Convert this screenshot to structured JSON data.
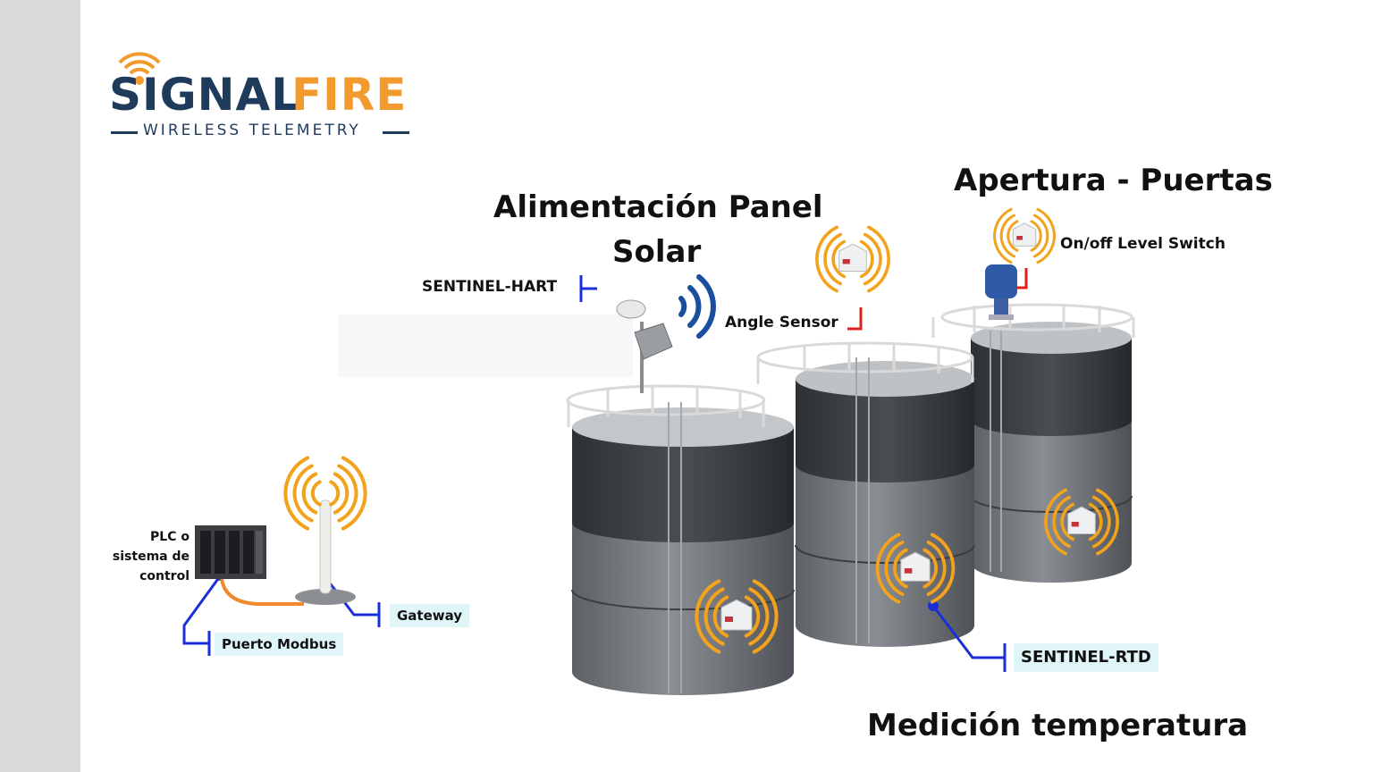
{
  "logo": {
    "word_signal": "SIGNAL",
    "word_fire": "FIRE",
    "tagline": "WIRELESS TELEMETRY",
    "navy": "#1f3b5c",
    "orange": "#f29a2e"
  },
  "headings": {
    "solar_line1": "Alimentación Panel",
    "solar_line2": "Solar",
    "doors": "Apertura - Puertas",
    "temperature": "Medición temperatura"
  },
  "labels": {
    "sentinel_hart": "SENTINEL-HART",
    "angle_sensor": "Angle Sensor",
    "level_switch": "On/off Level Switch",
    "plc_line1": "PLC o",
    "plc_line2": "sistema de",
    "plc_line3": "control",
    "gateway": "Gateway",
    "modbus": "Puerto Modbus",
    "sentinel_rtd": "SENTINEL-RTD"
  },
  "icons": {
    "signal": "wireless-signal-icon",
    "device": "sensor-device-icon",
    "antenna": "gateway-antenna-icon",
    "solar": "solar-panel-icon"
  },
  "colors": {
    "connector_blue": "#1a2fd6",
    "connector_red": "#e0201b",
    "connector_orange": "#f08a2c",
    "wave_orange": "#f3a21c",
    "tag_bg": "#dff5f8",
    "tank_body": "#6e7277",
    "tank_top": "#3d4044"
  }
}
